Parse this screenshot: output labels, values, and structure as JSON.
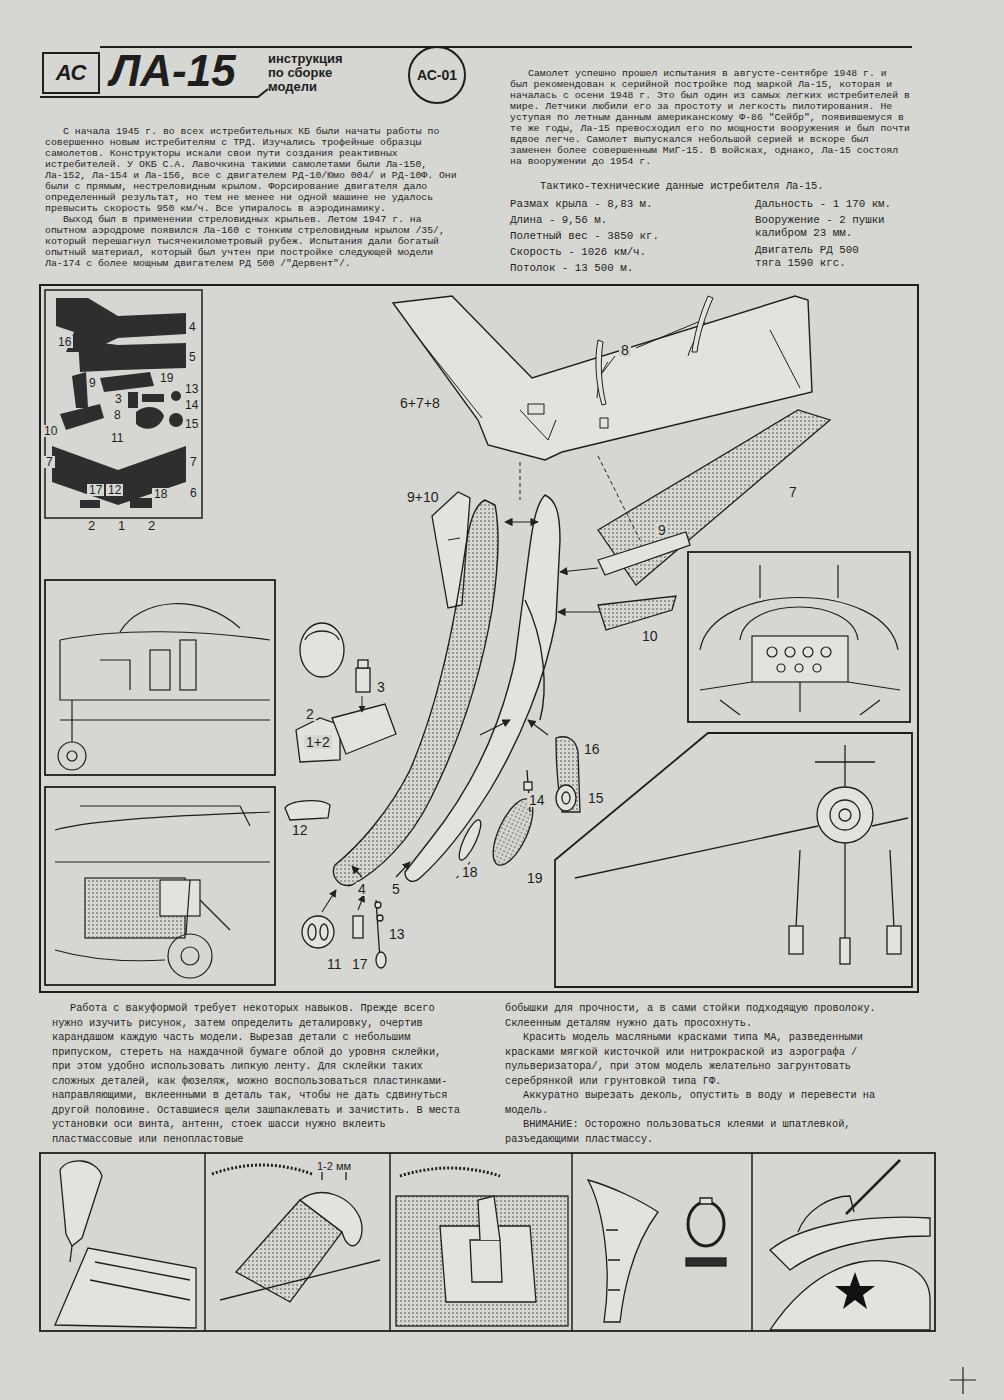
{
  "diagram": {
    "title": "ЛА-15",
    "nodes": [
      {
        "text": [
          "АС"
        ]
      },
      {
        "text": [
          "АС-01"
        ]
      }
    ],
    "labels": [
      "инструкция по сборке модели",
      "С начала 1945 г. во всех истребительных КБ были начаты работы по совершенно новым истребителям с ТРД. Изучались трофейные образцы самолетов. Конструкторы искали свои пути создания реактивных истребителей. У ОКБ С.А. Лавочкина такими самолетами были Ла-150, Ла-152, Ла-154 и Ла-156, все с двигателем РД-10/Юмо 004/ и РД-10Ф. Они были с прямым, нестреловидным крылом. Форсирование двигателя дало определенный результат, но тем не менее ни одной машине не удалось превысить скорость 950 км/ч. Все упиралось в аэродинамику.",
      "Выход был в применении стреловидных крыльев. Летом 1947 г. на опытном аэродроме появился Ла-160 с тонким стреловидным крылом /35/, который перешагнул тысячекилометровый рубеж. Испытания дали богатый опытный материал, который был учтен при постройке следующей модели Ла-174 с более мощным двигателем РД 500 /\"Дервент\"/.",
      "Самолет успешно прошел испытания в августе-сентябре 1948 г. и был рекомендован к серийной постройке под маркой Ла-15, которая и началась с осени 1948 г. Это был один из самых легких истребителей в мире. Летчики любили его за простоту и легкость пилотирования. Не уступая по летным данным американскому Ф-86 \"Сейбр\", появившемуся в те же годы, Ла-15 превосходил его по мощности вооружения и был почти вдвое легче. Самолет выпускался небольшой серией и вскоре был заменен более совершенным МиГ-15. В войсках, однако, Ла-15 состоял на вооружении до 1954 г.",
      "Тактико-технические данные истребителя Ла-15.",
      "Размах крыла - 8,83 м.",
      "Длина - 9,56 м.",
      "Полетный вес - 3850 кг.",
      "Скорость - 1026 км/ч.",
      "Потолок - 13 500 м.",
      "Дальность - 1 170 км.",
      "Вооружение - 2 пушки калибром 23 мм.",
      "Двигатель РД 500 тяга 1590 кгс.",
      "Работа с вакуформой требует некоторых навыков. Прежде всего нужно изучить рисунок, затем определить деталировку, очертив карандашом каждую часть модели. Вырезав детали с небольшим припуском, стереть на наждачной бумаге облой до уровня склейки, при этом удобно использовать липкую ленту. Для склейки таких сложных деталей, как фюзеляж, можно воспользоваться пластинками-направляющими, вклеенными в деталь так, чтобы не дать сдвинуться другой половине. Оставшиеся щели зашпаклевать и зачистить. В места установки оси винта, антенн, стоек шасси нужно вклеить пластмассовые или пенопластовые",
      "бобышки для прочности, а в сами стойки подходящую проволоку. Склеенным деталям нужно дать просохнуть.",
      "Красить модель масляными красками типа МА, разведенными красками мягкой кисточкой или нитрокраской из аэрографа /пульверизатора/, при этом модель желательно загрунтовать серебрянкой или грунтовкой типа ГФ.",
      "Аккуратно вырезать деколь, опустить в воду и перевести на модель.",
      "ВНИМАНИЕ: Осторожно пользоваться клеями и шпатлевкой, разъедающими пластмассу.",
      "1-2 мм",
      "4",
      "16",
      "5",
      "9",
      "19",
      "13",
      "14",
      "3",
      "8",
      "15",
      "10",
      "11",
      "7",
      "7",
      "17",
      "12",
      "18",
      "6",
      "2",
      "1",
      "2",
      "8",
      "6+7+8",
      "7",
      "9+10",
      "9",
      "10",
      "3",
      "2",
      "1+2",
      "16",
      "14",
      "15",
      "12",
      "18",
      "19",
      "4",
      "5",
      "13",
      "11",
      "17"
    ]
  }
}
